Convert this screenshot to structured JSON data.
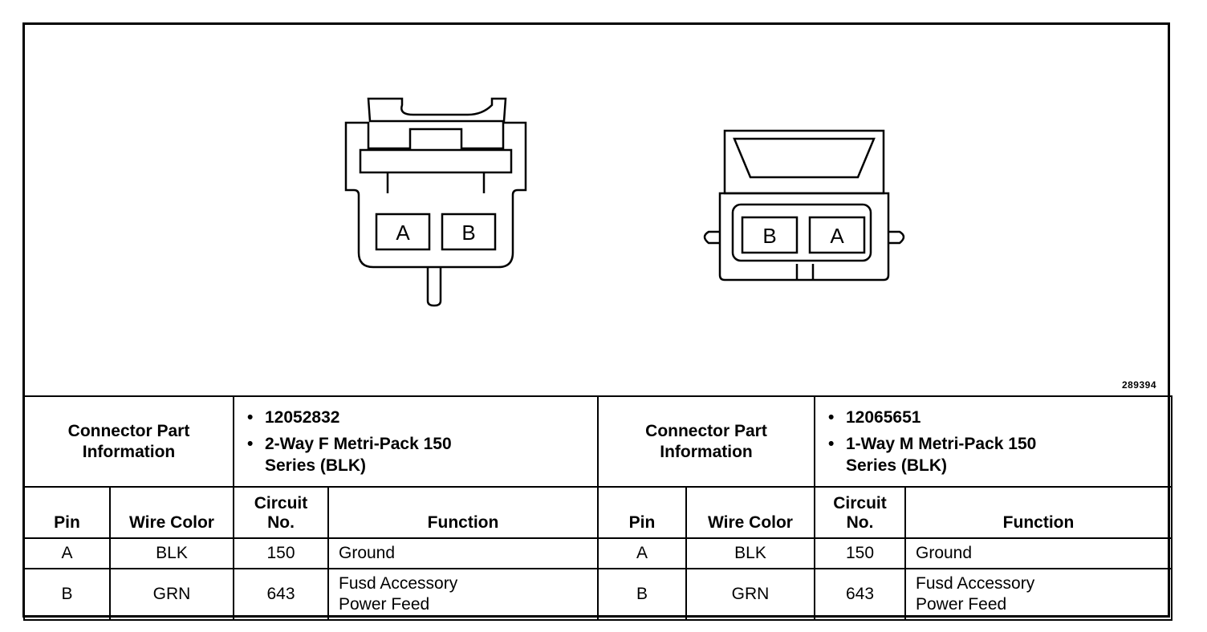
{
  "figure_number": "289394",
  "connector_left": {
    "pin_labels": [
      "A",
      "B"
    ],
    "part_info_label": "Connector Part Information",
    "part_info": [
      "12052832",
      "2-Way F Metri-Pack 150 Series (BLK)"
    ],
    "columns": [
      "Pin",
      "Wire Color",
      "Circuit No.",
      "Function"
    ],
    "rows": [
      {
        "pin": "A",
        "wire": "BLK",
        "circuit": "150",
        "function": "Ground"
      },
      {
        "pin": "B",
        "wire": "GRN",
        "circuit": "643",
        "function_line1": "Fusd Accessory",
        "function_line2": "Power Feed"
      }
    ]
  },
  "connector_right": {
    "pin_labels": [
      "B",
      "A"
    ],
    "part_info_label": "Connector Part Information",
    "part_info": [
      "12065651",
      "1-Way M Metri-Pack 150 Series (BLK)"
    ],
    "columns": [
      "Pin",
      "Wire Color",
      "Circuit No.",
      "Function"
    ],
    "rows": [
      {
        "pin": "A",
        "wire": "BLK",
        "circuit": "150",
        "function": "Ground"
      },
      {
        "pin": "B",
        "wire": "GRN",
        "circuit": "643",
        "function_line1": "Fusd Accessory",
        "function_line2": "Power Feed"
      }
    ]
  }
}
